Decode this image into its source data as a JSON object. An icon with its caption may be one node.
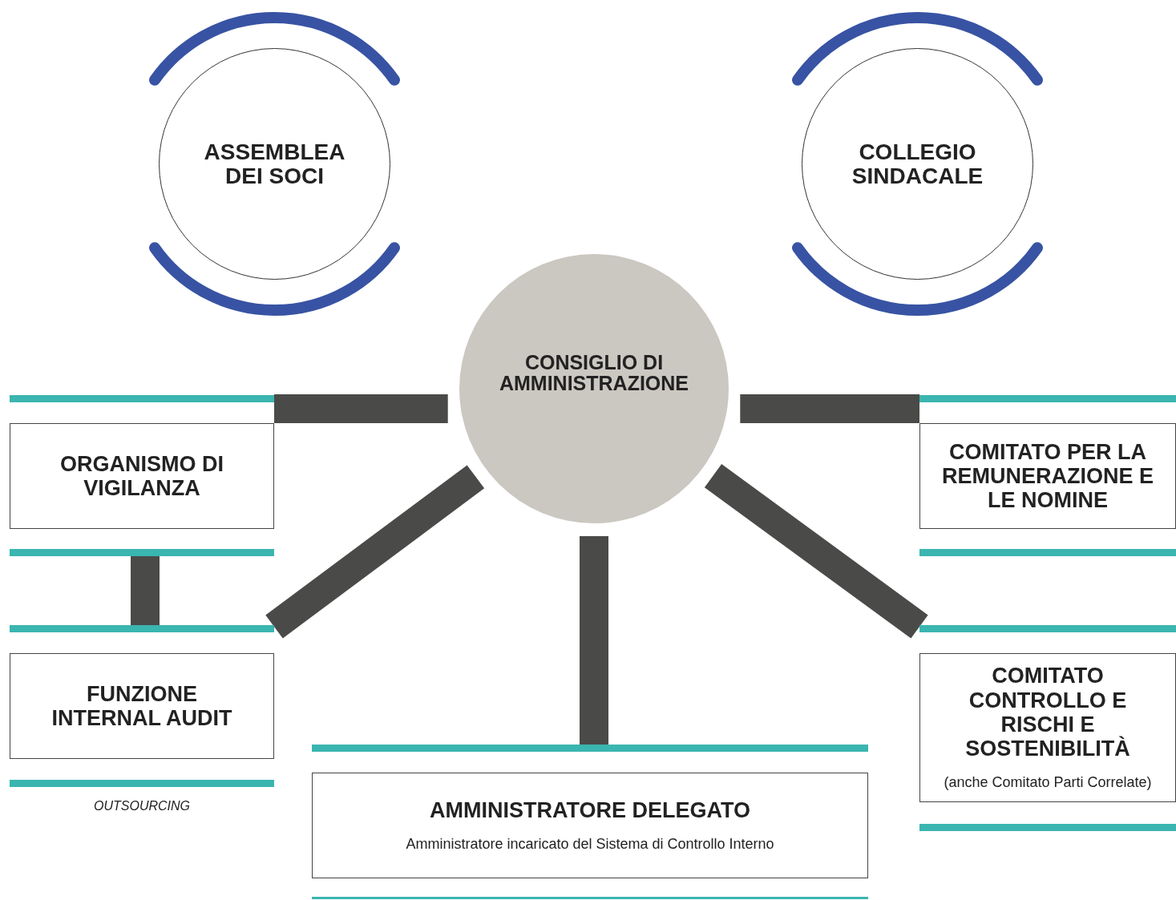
{
  "diagram": {
    "nodes": [
      {
        "text": [
          "ASSEMBLEA DEI SOCI"
        ]
      },
      {
        "text": [
          "COLLEGIO SINDACALE"
        ]
      },
      {
        "text": [
          "CONSIGLIO DI AMMINISTRAZIONE"
        ]
      },
      {
        "text": [
          "ORGANISMO DI VIGILANZA"
        ]
      },
      {
        "text": [
          "COMITATO PER LA REMUNERAZIONE E LE NOMINE"
        ]
      },
      {
        "text": [
          "FUNZIONE INTERNAL AUDIT"
        ],
        "beside": [
          "OUTSOURCING"
        ]
      },
      {
        "text": [
          "COMITATO CONTROLLO E RISCHI E SOSTENIBILITÀ",
          "(anche Comitato Parti Correlate)"
        ]
      },
      {
        "text": [
          "AMMINISTRATORE DELEGATO",
          "Amministratore incaricato del Sistema di Controllo Interno"
        ]
      }
    ],
    "edges": [
      {
        "from": 2,
        "to": 3,
        "arrow": "none"
      },
      {
        "from": 2,
        "to": 4,
        "arrow": "none"
      },
      {
        "from": 3,
        "to": 5,
        "arrow": "none"
      },
      {
        "from": 2,
        "to": 5,
        "arrow": "none"
      },
      {
        "from": 2,
        "to": 7,
        "arrow": "none"
      },
      {
        "from": 2,
        "to": 6,
        "arrow": "none"
      }
    ]
  }
}
